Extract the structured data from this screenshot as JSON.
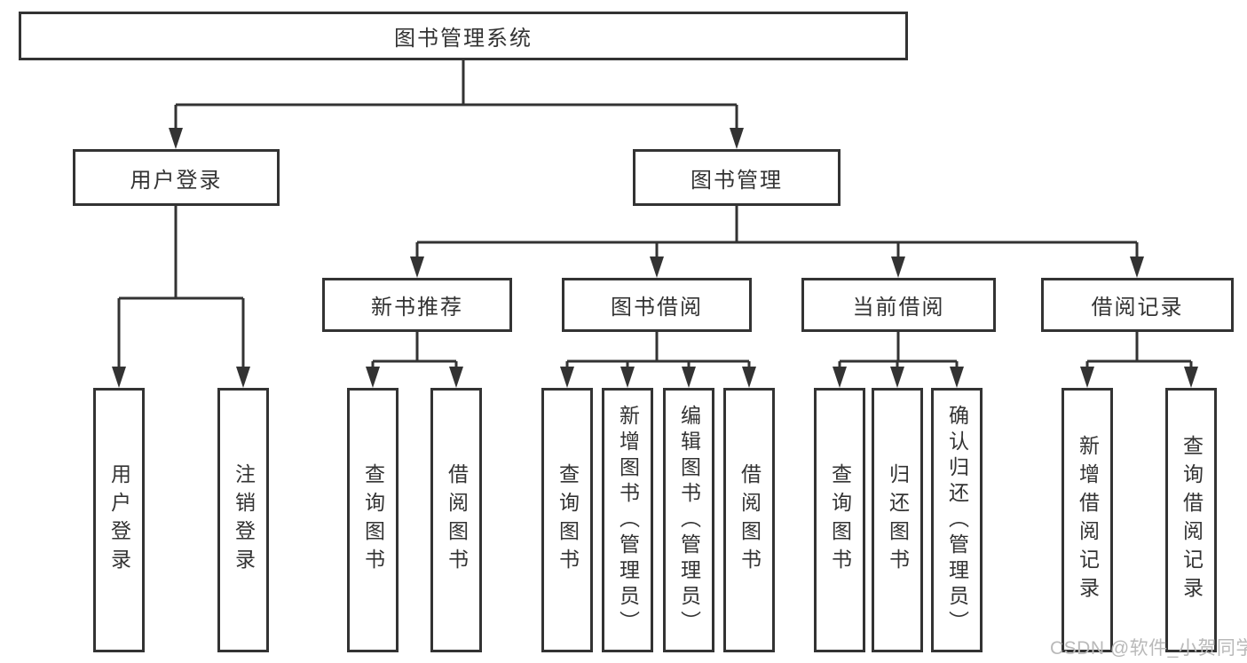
{
  "diagram": {
    "root": {
      "label": "图书管理系统"
    },
    "level2": [
      {
        "label": "用户登录"
      },
      {
        "label": "图书管理"
      }
    ],
    "level3": [
      {
        "label": "新书推荐"
      },
      {
        "label": "图书借阅"
      },
      {
        "label": "当前借阅"
      },
      {
        "label": "借阅记录"
      }
    ],
    "leaves": [
      {
        "label": "用户登录"
      },
      {
        "label": "注销登录"
      },
      {
        "label": "查询图书"
      },
      {
        "label": "借阅图书"
      },
      {
        "label": "查询图书"
      },
      {
        "label": "新增图书（管理员）"
      },
      {
        "label": "编辑图书（管理员）"
      },
      {
        "label": "借阅图书"
      },
      {
        "label": "查询图书"
      },
      {
        "label": "归还图书"
      },
      {
        "label": "确认归还（管理员）"
      },
      {
        "label": "新增借阅记录"
      },
      {
        "label": "查询借阅记录"
      }
    ],
    "watermark": "CSDN @软件_小贺同学",
    "colors": {
      "line": "#333333",
      "text": "#333333",
      "watermark": "#b9b9b9",
      "background": "#ffffff"
    }
  }
}
